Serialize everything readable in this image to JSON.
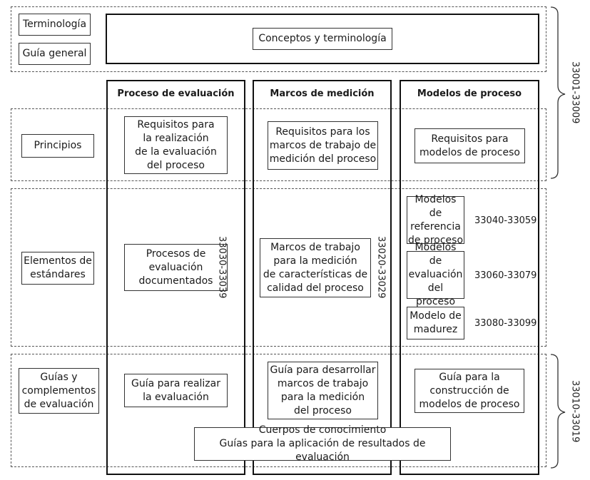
{
  "top": {
    "terminologia": "Terminología",
    "guia_general": "Guía general",
    "conceptos": "Conceptos y terminología"
  },
  "columns": {
    "proceso": "Proceso de evaluación",
    "marcos": "Marcos de medición",
    "modelos": "Modelos de proceso"
  },
  "rows": {
    "principios": "Principios",
    "elementos": "Elementos de\nestándares",
    "guias": "Guías y\ncomplementos\nde evaluación"
  },
  "cells": {
    "req_realizacion": "Requisitos para\nla realización\nde la evaluación\ndel proceso",
    "req_marcos": "Requisitos para los\nmarcos de trabajo de\nmedición del proceso",
    "req_modelos": "Requisitos para\nmodelos de proceso",
    "procesos_doc": "Procesos de\nevaluación\ndocumentados",
    "marcos_trabajo": "Marcos de trabajo\npara la medición\nde características de\ncalidad del proceso",
    "modelos_referencia": "Modelos de\nreferencia\nde proceso",
    "modelos_evaluacion": "Modelos de\nevaluación\ndel proceso",
    "modelo_madurez": "Modelo de\nmadurez",
    "guia_realizar": "Guía para realizar\nla evaluación",
    "guia_desarrollar": "Guía para desarrollar\nmarcos de trabajo\npara la medición\ndel proceso",
    "guia_construccion": "Guía para la\nconstrucción de\nmodelos de proceso",
    "cuerpos": "Cuerpos de conocimiento\nGuías para la aplicación de resultados de evaluación"
  },
  "codes": {
    "c33030": "33030-33039",
    "c33020": "33020-33029",
    "c33040": "33040-33059",
    "c33060": "33060-33079",
    "c33080": "33080-33099",
    "c33001": "33001-33009",
    "c33010": "33010-33019"
  }
}
